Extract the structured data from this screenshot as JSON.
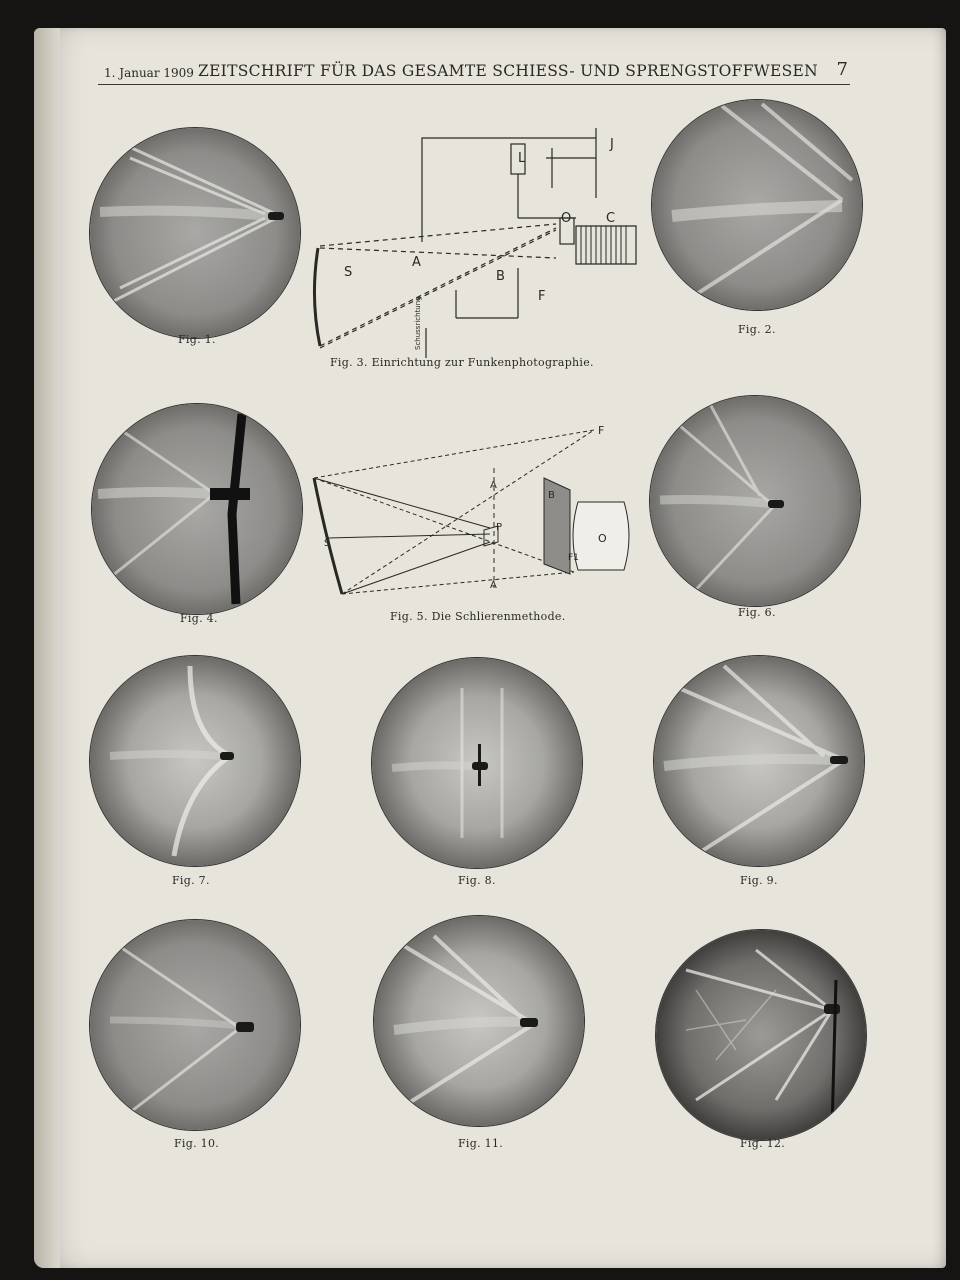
{
  "header": {
    "date": "1. Januar 1909",
    "title": "ZEITSCHRIFT FÜR DAS GESAMTE SCHIESS- UND SPRENGSTOFFWESEN",
    "page_number": "7"
  },
  "captions": {
    "fig1": "Fig. 1.",
    "fig2": "Fig. 2.",
    "fig3": "Fig. 3.  Einrichtung zur Funkenphotographie.",
    "fig4": "Fig. 4.",
    "fig5": "Fig. 5.  Die Schlierenmethode.",
    "fig6": "Fig. 6.",
    "fig7": "Fig. 7.",
    "fig8": "Fig. 8.",
    "fig9": "Fig. 9.",
    "fig10": "Fig. 10.",
    "fig11": "Fig. 11.",
    "fig12": "Fig. 12."
  },
  "fig3_labels": {
    "L": "L",
    "J": "J",
    "O": "O",
    "C": "C",
    "S": "S",
    "A": "A",
    "B": "B",
    "F": "F",
    "vertical": "Schussrichtung"
  },
  "fig5_labels": {
    "F": "F",
    "A_top": "A",
    "A_bottom": "A",
    "B": "B",
    "P": "P",
    "S": "S",
    "O": "O",
    "F1": "F1"
  }
}
